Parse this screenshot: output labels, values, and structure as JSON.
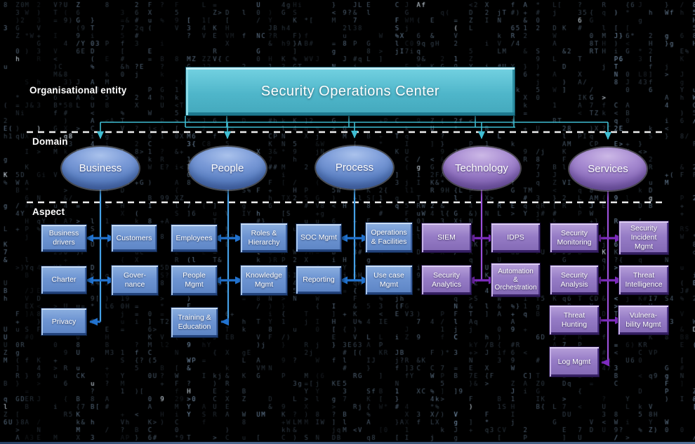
{
  "header": {
    "title": "Security Operations Center"
  },
  "labels": {
    "org_entity": "Organisational entity",
    "domain": "Domain",
    "aspect": "Aspect"
  },
  "domains": [
    {
      "label": "Business",
      "color": "#5d82c4",
      "children": [
        "Business\ndrivers",
        "Customers",
        "Charter",
        "Gover-\nnance",
        "Privacy"
      ]
    },
    {
      "label": "People",
      "color": "#5d82c4",
      "children": [
        "Employees",
        "Roles &\nHierarchy",
        "People\nMgmt",
        "Knowledge\nMgmt",
        "Training &\nEducation"
      ]
    },
    {
      "label": "Process",
      "color": "#5d82c4",
      "children": [
        "SOC Mgmt",
        "Operations\n& Facilities",
        "Reporting",
        "Use case\nMgmt"
      ]
    },
    {
      "label": "Technology",
      "color": "#8c6ebc",
      "children": [
        "SIEM",
        "IDPS",
        "Security\nAnalytics",
        "Automation\n&\nOrchestration"
      ]
    },
    {
      "label": "Services",
      "color": "#8c6ebc",
      "children": [
        "Security\nMonitoring",
        "Security\nIncident\nMgmt",
        "Security\nAnalysis",
        "Threat\nIntelligence",
        "Threat\nHunting",
        "Vulnera-\nbility Mgmt",
        "Log Mgmt"
      ]
    }
  ],
  "palette": {
    "header_fill": "#4fb6ca",
    "teal_connector": "#3fbdd2",
    "blue_arrow": "#2273cf",
    "purple_arrow": "#7e2cc0",
    "dashed_line": "#ededed",
    "matrix_glyph": "#94b6d8",
    "text": "#ffffff",
    "background": "#000000"
  },
  "background": {
    "charset": "0123456789ABCDEFGHIJKLMNPRSTUVWXYZ?&%#*+=/()[]{}<>ilufqhjgk"
  }
}
